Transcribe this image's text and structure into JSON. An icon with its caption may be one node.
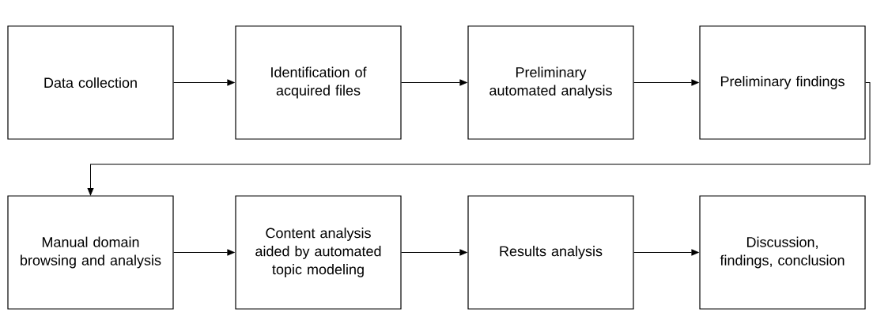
{
  "diagram": {
    "nodes": [
      {
        "text": [
          "Data collection"
        ]
      },
      {
        "text": [
          "Identification of acquired files"
        ]
      },
      {
        "text": [
          "Preliminary automated analysis"
        ]
      },
      {
        "text": [
          "Preliminary findings"
        ]
      },
      {
        "text": [
          "Manual domain browsing and analysis"
        ]
      },
      {
        "text": [
          "Content analysis aided by automated topic modeling"
        ]
      },
      {
        "text": [
          "Results analysis"
        ]
      },
      {
        "text": [
          "Discussion, findings, conclusion"
        ]
      }
    ],
    "edges": [
      {
        "from": 0,
        "to": 1,
        "arrow": "to"
      },
      {
        "from": 1,
        "to": 2,
        "arrow": "to"
      },
      {
        "from": 2,
        "to": 3,
        "arrow": "to"
      },
      {
        "from": 3,
        "to": 4,
        "arrow": "to"
      },
      {
        "from": 4,
        "to": 5,
        "arrow": "to"
      },
      {
        "from": 5,
        "to": 6,
        "arrow": "to"
      },
      {
        "from": 6,
        "to": 7,
        "arrow": "to"
      }
    ]
  }
}
